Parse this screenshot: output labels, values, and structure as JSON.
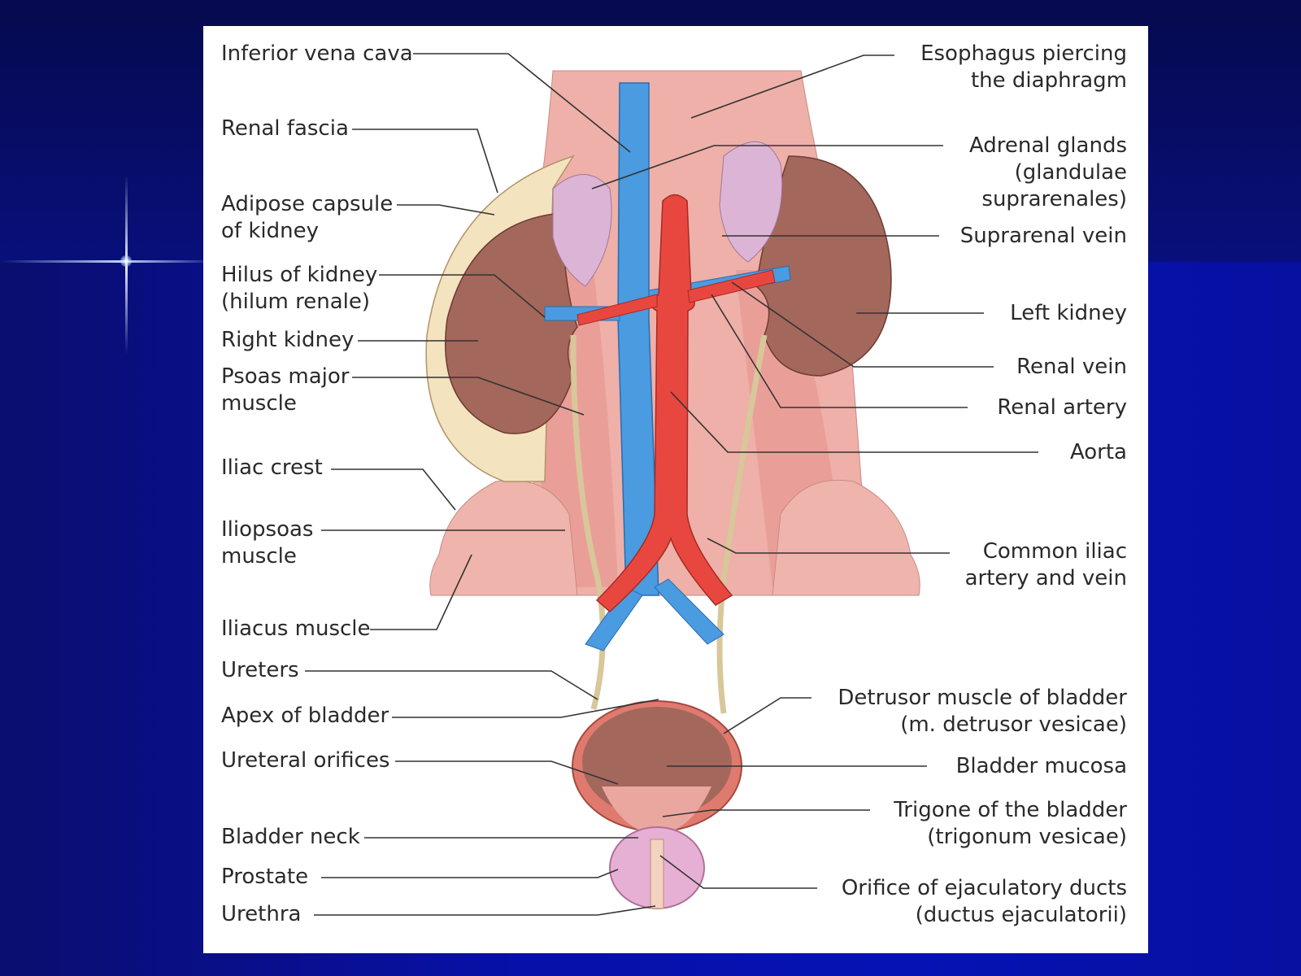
{
  "labels_left": [
    {
      "id": "ivc",
      "lines": [
        "Inferior vena cava"
      ]
    },
    {
      "id": "renal-fascia",
      "lines": [
        "Renal fascia"
      ]
    },
    {
      "id": "adipose",
      "lines": [
        "Adipose capsule",
        "of kidney"
      ]
    },
    {
      "id": "hilus",
      "lines": [
        "Hilus of kidney",
        "(hilum renale)"
      ]
    },
    {
      "id": "right-kidney",
      "lines": [
        "Right kidney"
      ]
    },
    {
      "id": "psoas",
      "lines": [
        "Psoas major",
        "muscle"
      ]
    },
    {
      "id": "iliac-crest",
      "lines": [
        "Iliac crest"
      ]
    },
    {
      "id": "iliopsoas",
      "lines": [
        "Iliopsoas",
        "muscle"
      ]
    },
    {
      "id": "iliacus",
      "lines": [
        "Iliacus muscle"
      ]
    },
    {
      "id": "ureters",
      "lines": [
        "Ureters"
      ]
    },
    {
      "id": "apex",
      "lines": [
        "Apex of bladder"
      ]
    },
    {
      "id": "ureteral-orifices",
      "lines": [
        "Ureteral orifices"
      ]
    },
    {
      "id": "bladder-neck",
      "lines": [
        "Bladder neck"
      ]
    },
    {
      "id": "prostate",
      "lines": [
        "Prostate"
      ]
    },
    {
      "id": "urethra",
      "lines": [
        "Urethra"
      ]
    }
  ],
  "labels_right": [
    {
      "id": "esophagus",
      "lines": [
        "Esophagus piercing",
        "the diaphragm"
      ]
    },
    {
      "id": "adrenal",
      "lines": [
        "Adrenal glands",
        "(glandulae",
        "suprarenales)"
      ]
    },
    {
      "id": "suprarenal-vein",
      "lines": [
        "Suprarenal vein"
      ]
    },
    {
      "id": "left-kidney",
      "lines": [
        "Left kidney"
      ]
    },
    {
      "id": "renal-vein",
      "lines": [
        "Renal vein"
      ]
    },
    {
      "id": "renal-artery",
      "lines": [
        "Renal artery"
      ]
    },
    {
      "id": "aorta",
      "lines": [
        "Aorta"
      ]
    },
    {
      "id": "common-iliac",
      "lines": [
        "Common iliac",
        "artery and vein"
      ]
    },
    {
      "id": "detrusor",
      "lines": [
        "Detrusor muscle of bladder",
        "(m. detrusor vesicae)"
      ]
    },
    {
      "id": "mucosa",
      "lines": [
        "Bladder mucosa"
      ]
    },
    {
      "id": "trigone",
      "lines": [
        "Trigone of the bladder",
        "(trigonum vesicae)"
      ]
    },
    {
      "id": "ejaculatory",
      "lines": [
        "Orifice of ejaculatory ducts",
        "(ductus ejaculatorii)"
      ]
    }
  ],
  "colors": {
    "background": "#0612b4",
    "panel": "#ffffff",
    "vein": "#4a9be0",
    "artery": "#e8473f",
    "kidney": "#a4675c",
    "muscle": "#e9a7a0",
    "fat": "#f3e3bf",
    "adrenal": "#dcb5d6",
    "leader_line": "#333333"
  }
}
